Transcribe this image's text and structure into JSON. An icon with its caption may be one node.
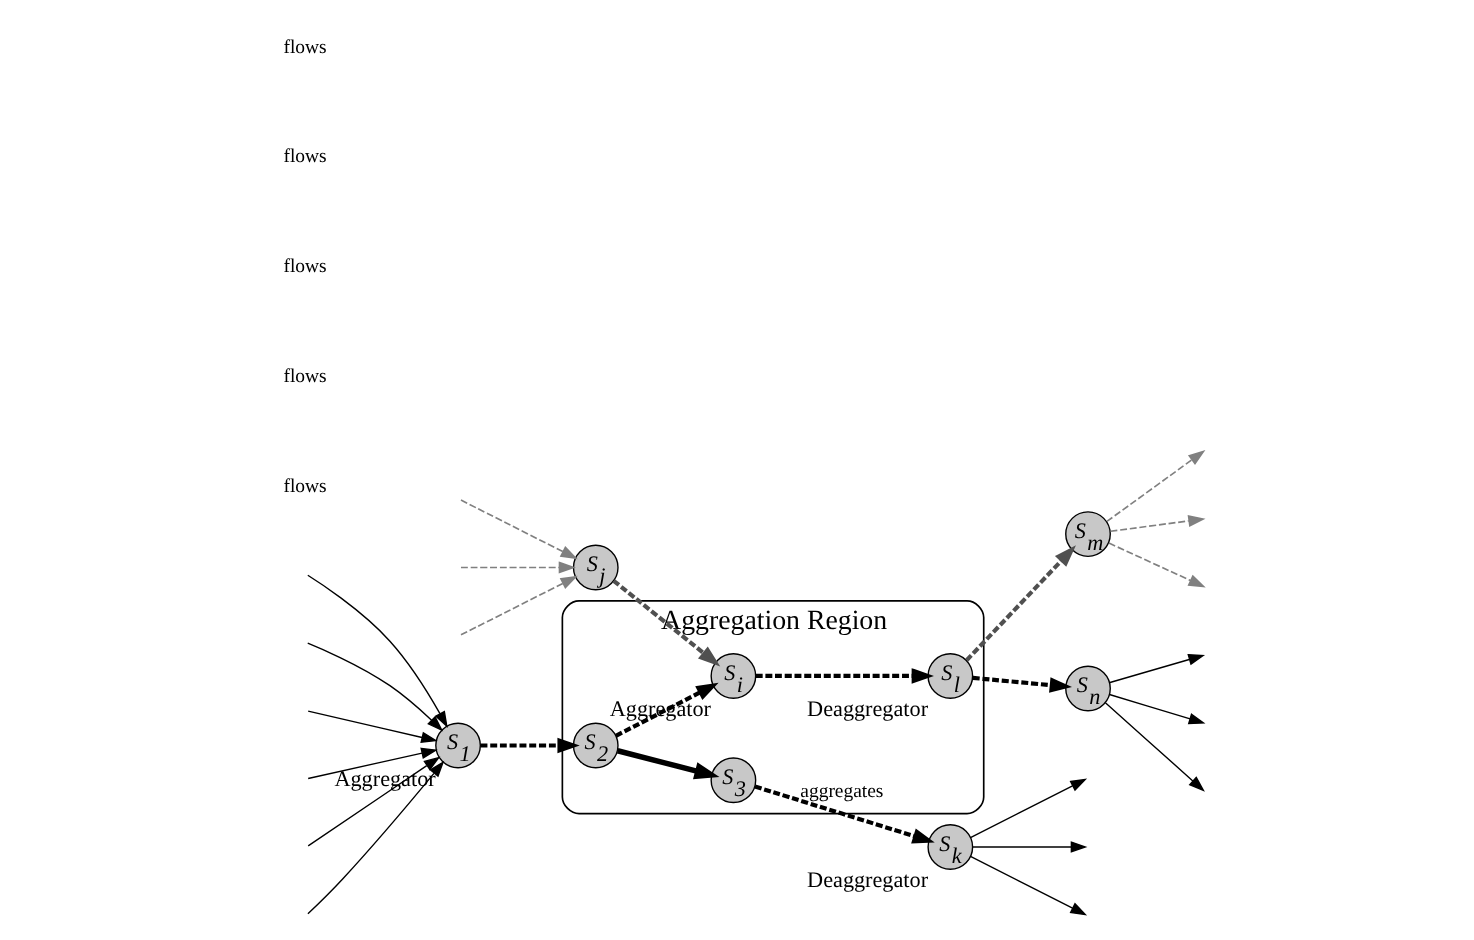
{
  "diagram": {
    "nodes": [
      {
        "text": [
          "Aggregation Region"
        ]
      },
      {
        "text": [
          "S$_{1}$"
        ],
        "beside": [
          "Aggregator"
        ]
      },
      {
        "text": [
          "S$_{2}$"
        ],
        "in": 0
      },
      {
        "text": [
          "S$_{3}$"
        ],
        "in": 0
      },
      {
        "text": [
          "S$_{k}$"
        ],
        "beside": [
          "Deaggregator"
        ]
      },
      {
        "text": [
          "S$_{i}$"
        ],
        "in": 0,
        "beside": [
          "Aggregator"
        ]
      },
      {
        "text": [
          "S$_{j}$"
        ]
      },
      {
        "text": [
          "S$_{l}$"
        ],
        "in": 0,
        "beside": [
          "Deaggregator"
        ]
      },
      {
        "text": [
          "S$_{m}$"
        ]
      },
      {
        "text": [
          "S$_{n}$"
        ]
      }
    ],
    "edges": [
      {
        "from": 1,
        "to": 2,
        "arrow": "to",
        "style": "dashed"
      },
      {
        "from": 2,
        "to": 3,
        "arrow": "to",
        "style": "thick"
      },
      {
        "from": 3,
        "to": 4,
        "arrow": "to",
        "style": "dashed",
        "label": "aggregates"
      },
      {
        "from": 2,
        "to": 5,
        "arrow": "to",
        "style": "dashed"
      },
      {
        "from": 5,
        "to": 7,
        "arrow": "to",
        "style": "dashed"
      },
      {
        "from": 6,
        "to": 5,
        "arrow": "to",
        "style": "dashed",
        "color": "#505050"
      },
      {
        "from": 7,
        "to": 8,
        "arrow": "to",
        "style": "dashed",
        "color": "#505050"
      },
      {
        "from": 7,
        "to": 9,
        "arrow": "to",
        "style": "dashed"
      },
      {
        "from": null,
        "to": 1,
        "arrow": "to"
      },
      {
        "from": null,
        "to": 1,
        "arrow": "to"
      },
      {
        "from": null,
        "to": 1,
        "arrow": "to"
      },
      {
        "from": null,
        "to": 1,
        "arrow": "to"
      },
      {
        "from": null,
        "to": 1,
        "arrow": "to"
      },
      {
        "from": null,
        "to": 1,
        "arrow": "to"
      },
      {
        "from": 4,
        "to": null,
        "arrow": "to"
      },
      {
        "from": 4,
        "to": null,
        "arrow": "to"
      },
      {
        "from": 4,
        "to": null,
        "arrow": "to"
      },
      {
        "from": null,
        "to": 6,
        "arrow": "to",
        "style": "dashed",
        "color": "#808080"
      },
      {
        "from": null,
        "to": 6,
        "arrow": "to",
        "style": "dashed",
        "color": "#808080"
      },
      {
        "from": null,
        "to": 6,
        "arrow": "to",
        "style": "dashed",
        "color": "#808080"
      },
      {
        "from": 8,
        "to": null,
        "arrow": "to",
        "style": "dashed",
        "color": "#808080"
      },
      {
        "from": 8,
        "to": null,
        "arrow": "to",
        "style": "dashed",
        "color": "#808080"
      },
      {
        "from": 8,
        "to": null,
        "arrow": "to",
        "style": "dashed",
        "color": "#808080"
      },
      {
        "from": 9,
        "to": null,
        "arrow": "to"
      },
      {
        "from": 9,
        "to": null,
        "arrow": "to"
      },
      {
        "from": 9,
        "to": null,
        "arrow": "to"
      }
    ],
    "labels": [
      "flows",
      "flows",
      "flows",
      "flows",
      "flows"
    ]
  }
}
